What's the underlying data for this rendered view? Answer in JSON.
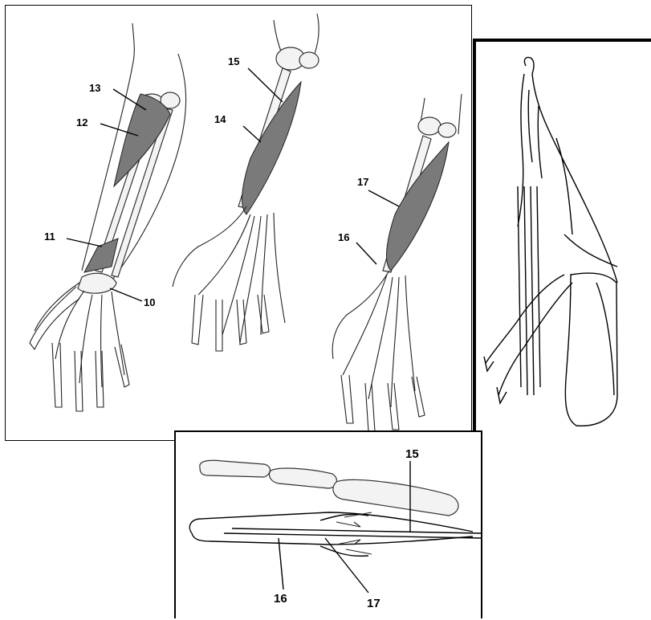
{
  "main_panel": {
    "labels": {
      "l10": "10",
      "l11": "11",
      "l12": "12",
      "l13": "13",
      "l14": "14",
      "l15": "15",
      "l16": "16",
      "l17": "17"
    }
  },
  "bottom_panel": {
    "labels": {
      "l15": "15",
      "l16": "16",
      "l17": "17"
    }
  }
}
